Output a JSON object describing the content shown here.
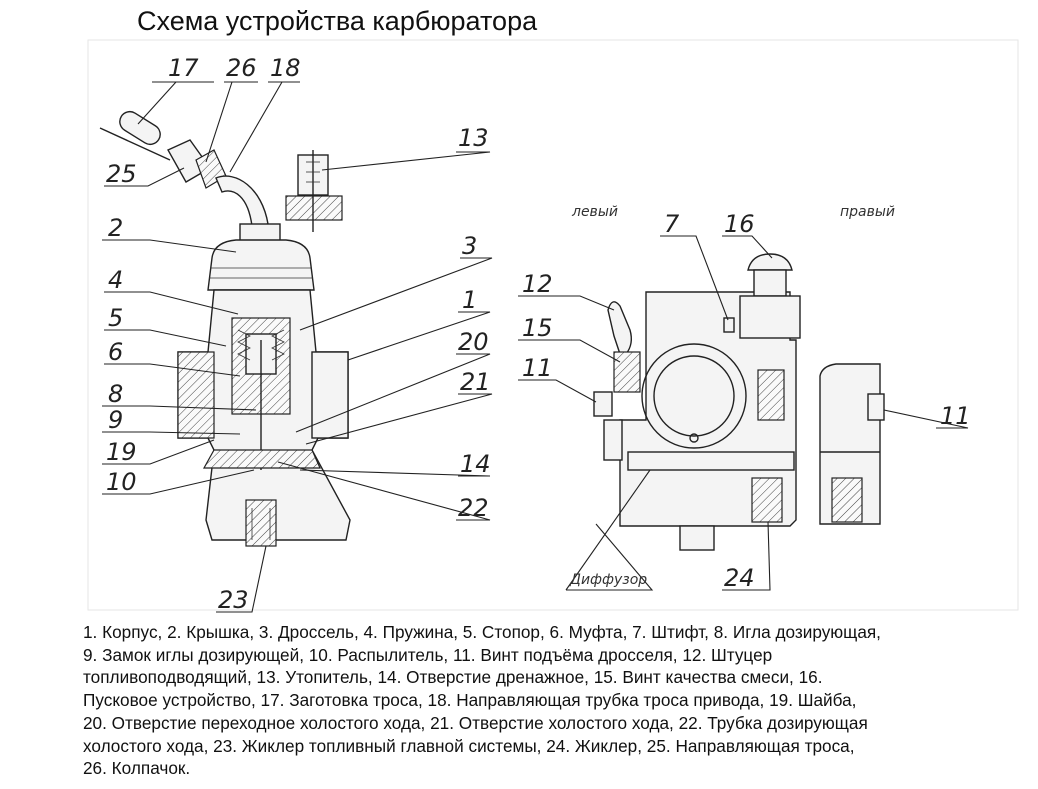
{
  "title": "Схема устройства карбюратора",
  "view_labels": {
    "left": "левый",
    "right": "правый",
    "diffuser": "Диффузор"
  },
  "callouts": {
    "c17": "17",
    "c26": "26",
    "c18": "18",
    "c25": "25",
    "c13": "13",
    "c2": "2",
    "c3": "3",
    "c4": "4",
    "c1": "1",
    "c5": "5",
    "c20": "20",
    "c6": "6",
    "c21": "21",
    "c8": "8",
    "c9": "9",
    "c19": "19",
    "c10": "10",
    "c14": "14",
    "c22": "22",
    "c23": "23",
    "c7": "7",
    "c16": "16",
    "c12": "12",
    "c15": "15",
    "c11a": "11",
    "c11b": "11",
    "c24": "24"
  },
  "legend": "1. Корпус, 2. Крышка, 3. Дроссель, 4. Пружина, 5. Стопор, 6. Муфта, 7. Штифт, 8. Игла дозирующая,\n9. Замок иглы дозирующей, 10. Распылитель, 11. Винт подъёма дросселя, 12. Штуцер\nтопливоподводящий, 13. Утопитель, 14. Отверстие дренажное, 15. Винт качества смеси, 16.\nПусковое устройство, 17. Заготовка троса, 18. Направляющая трубка троса привода, 19. Шайба,\n20. Отверстие переходное холостого хода, 21. Отверстие холостого хода, 22. Трубка дозирующая\nхолостого хода, 23. Жиклер топливный главной системы, 24. Жиклер, 25. Направляющая троса,\n 26. Колпачок."
}
